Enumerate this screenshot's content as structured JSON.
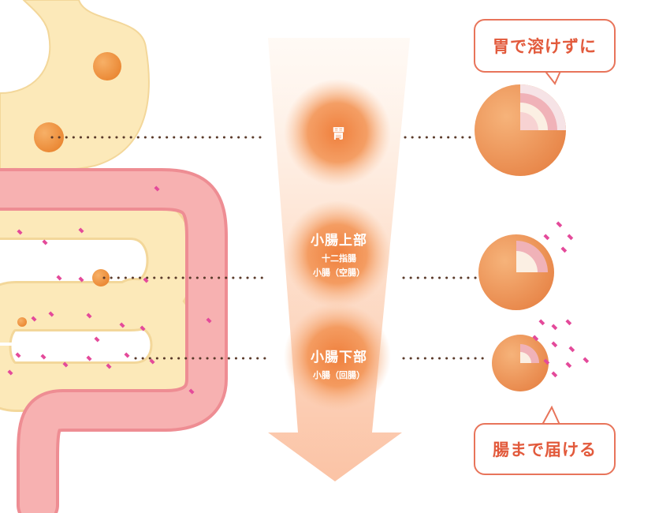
{
  "stages": [
    {
      "name": "胃",
      "subs": []
    },
    {
      "name": "小腸上部",
      "subs": [
        "十二指腸",
        "小腸（空腸）"
      ]
    },
    {
      "name": "小腸下部",
      "subs": [
        "小腸（回腸）"
      ]
    }
  ],
  "callouts": {
    "top": "胃で溶けずに",
    "bottom": "腸まで届ける"
  },
  "colors": {
    "stomach": "#fce9b9",
    "intestine": "#f5a9a7",
    "glow": "#f28c4a",
    "accent": "#e8745a",
    "dots": "#5a3a2a",
    "particles": "#e44a9a"
  }
}
